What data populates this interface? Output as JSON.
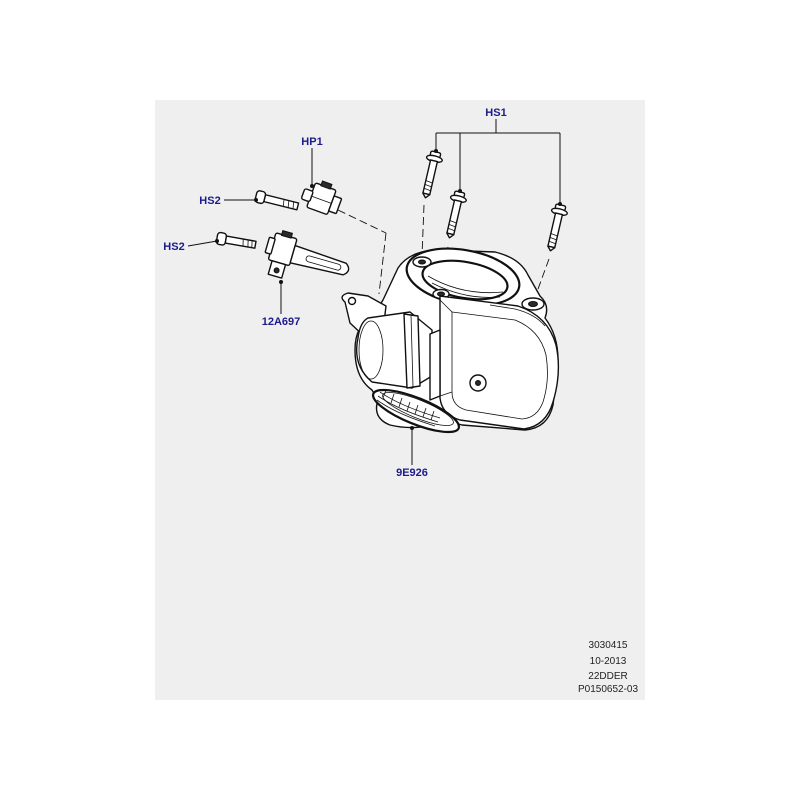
{
  "diagram": {
    "callouts": {
      "bolts_top": "HS1",
      "sensor_top": "HP1",
      "screw_upper": "HS2",
      "screw_lower": "HS2",
      "sensor_side": "12A697",
      "throttle_body": "9E926"
    },
    "reference": [
      "3030415",
      "10-2013",
      "22DDER",
      "P0150652-03"
    ]
  },
  "colors": {
    "callout": "#1c1c8a",
    "line": "#111111",
    "panel": "#efefef",
    "page": "#ffffff"
  }
}
